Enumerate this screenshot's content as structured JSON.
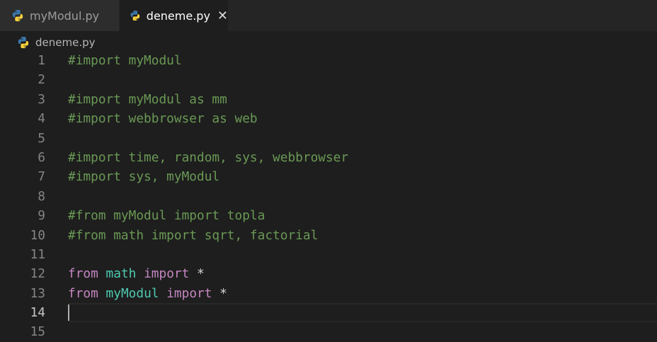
{
  "tabs": [
    {
      "label": "myModul.py",
      "icon": "python-icon",
      "active": false
    },
    {
      "label": "deneme.py",
      "icon": "python-icon",
      "active": true,
      "close": "✕"
    }
  ],
  "breadcrumb": {
    "label": "deneme.py",
    "icon": "python-icon"
  },
  "current_line": 14,
  "lines": [
    {
      "n": "1",
      "tokens": [
        {
          "t": "#import myModul",
          "c": "comment"
        }
      ]
    },
    {
      "n": "2",
      "tokens": []
    },
    {
      "n": "3",
      "tokens": [
        {
          "t": "#import myModul as mm",
          "c": "comment"
        }
      ]
    },
    {
      "n": "4",
      "tokens": [
        {
          "t": "#import webbrowser as web",
          "c": "comment"
        }
      ]
    },
    {
      "n": "5",
      "tokens": []
    },
    {
      "n": "6",
      "tokens": [
        {
          "t": "#import time, random, sys, webbrowser",
          "c": "comment"
        }
      ]
    },
    {
      "n": "7",
      "tokens": [
        {
          "t": "#import sys, myModul",
          "c": "comment"
        }
      ]
    },
    {
      "n": "8",
      "tokens": []
    },
    {
      "n": "9",
      "tokens": [
        {
          "t": "#from myModul import topla",
          "c": "comment"
        }
      ]
    },
    {
      "n": "10",
      "tokens": [
        {
          "t": "#from math import sqrt, factorial",
          "c": "comment"
        }
      ]
    },
    {
      "n": "11",
      "tokens": []
    },
    {
      "n": "12",
      "tokens": [
        {
          "t": "from",
          "c": "keyword"
        },
        {
          "t": " ",
          "c": "plain"
        },
        {
          "t": "math",
          "c": "module"
        },
        {
          "t": " ",
          "c": "plain"
        },
        {
          "t": "import",
          "c": "keyword"
        },
        {
          "t": " *",
          "c": "op"
        }
      ]
    },
    {
      "n": "13",
      "tokens": [
        {
          "t": "from",
          "c": "keyword"
        },
        {
          "t": " ",
          "c": "plain"
        },
        {
          "t": "myModul",
          "c": "module"
        },
        {
          "t": " ",
          "c": "plain"
        },
        {
          "t": "import",
          "c": "keyword"
        },
        {
          "t": " *",
          "c": "op"
        }
      ]
    },
    {
      "n": "14",
      "tokens": []
    },
    {
      "n": "15",
      "tokens": []
    }
  ]
}
